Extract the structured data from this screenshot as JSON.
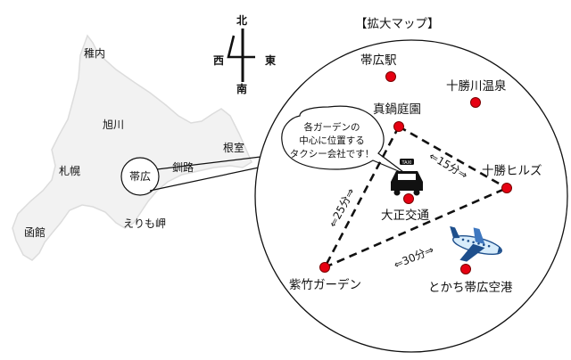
{
  "header": {
    "title": "【拡大マップ】"
  },
  "compass": {
    "north": "北",
    "south": "南",
    "east": "東",
    "west": "西"
  },
  "hokkaido": {
    "cities": {
      "wakkanai": "稚内",
      "asahikawa": "旭川",
      "sapporo": "札幌",
      "hakodate": "函館",
      "obihiro": "帯広",
      "kushiro": "釧路",
      "nemuro": "根室",
      "erimo": "えりも岬"
    }
  },
  "inset": {
    "places": {
      "obihiro_station": "帯広駅",
      "tokachigawa_onsen": "十勝川温泉",
      "manabe_garden": "真鍋庭園",
      "tokachi_hills": "十勝ヒルズ",
      "taisho_kotsu": "大正交通",
      "shichiku_garden": "紫竹ガーデン",
      "obihiro_airport": "とかち帯広空港"
    },
    "distances": {
      "manabe_to_hills": "⇐15分⇒",
      "manabe_to_shichiku": "⇐25分⇒",
      "shichiku_to_hills": "⇐30分⇒"
    },
    "callout": {
      "line1": "各ガーデンの",
      "line2": "中心に位置する",
      "line3": "タクシー会社です！"
    },
    "taxi_sign": "TAXI"
  },
  "colors": {
    "marker": "#e60012",
    "route": "#111111",
    "land": "#f2f2f2"
  }
}
